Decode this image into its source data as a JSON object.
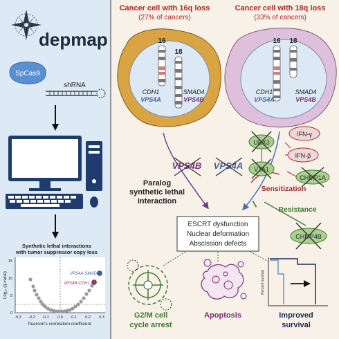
{
  "left_panel": {
    "logo_text": "depmap",
    "spcas9_label": "SpCas9",
    "shrna_label": "shRNA",
    "volcano": {
      "title_line1": "Synthetic lethal interactions",
      "title_line2": "with tumor suppressor copy loss",
      "ylabel": "Log₁₀ (q-value)",
      "xlabel": "Pearson's correlation coefficient",
      "xticks": [
        "-0.3",
        "-0.2",
        "-0.1",
        "0.0",
        "0.1",
        "0.2",
        "0.3"
      ],
      "yticks": [
        "0",
        "5",
        "10",
        "15"
      ],
      "label_a": "VPS4A-SMAD4",
      "label_b": "VPS4B-CDH1"
    }
  },
  "cell_16q": {
    "title": "Cancer cell with 16q loss",
    "subtitle": "(27% of cancers)",
    "chr_a": "16",
    "chr_b": "18",
    "gene_top_left": "CDH1",
    "gene_bottom_left": "VPS4A",
    "gene_top_right": "SMAD4",
    "gene_bottom_right": "VPS4B"
  },
  "cell_18q": {
    "title": "Cancer cell with 18q loss",
    "subtitle": "(33% of cancers)",
    "chr_a": "16",
    "chr_b": "18",
    "gene_top_left": "CDH1",
    "gene_bottom_left": "VPS4A",
    "gene_top_right": "SMAD4",
    "gene_bottom_right": "VPS4B"
  },
  "middle": {
    "paralog_line1": "Paralog",
    "paralog_line2": "synthetic lethal",
    "paralog_line3": "interaction",
    "vps4b": "VPS4B",
    "vps4a": "VPS4A"
  },
  "sensitization": {
    "label": "Sensitization",
    "nodes": [
      "UBX3",
      "IFN-γ",
      "IFN-β",
      "VTA1",
      "CHMP1A"
    ]
  },
  "resistance": {
    "label": "Resistance",
    "node": "CHMP4B"
  },
  "escrt_box": {
    "line1": "ESCRT dysfunction",
    "line2": "Nuclear deformation",
    "line3": "Abscission defects"
  },
  "outcomes": {
    "g2m_line1": "G2/M cell",
    "g2m_line2": "cycle arrest",
    "apoptosis": "Apoptosis",
    "survival_line1": "Improved",
    "survival_line2": "survival",
    "survival_ylabel": "Percent survival"
  },
  "colors": {
    "left_bg": "#dde9f5",
    "cell_16q_fill": "#d9a441",
    "cell_18q_fill": "#dfc0dc",
    "nucleus_fill": "#dce8f3",
    "title_red": "#b3271e",
    "vps4a_blue": "#3f5ea0",
    "vps4b_purple": "#7a2c74",
    "green": "#3f7a33",
    "sensitization_red": "#a52a2a",
    "ifn_fill": "#f0d8d8",
    "green_node": "#a9d08e"
  }
}
